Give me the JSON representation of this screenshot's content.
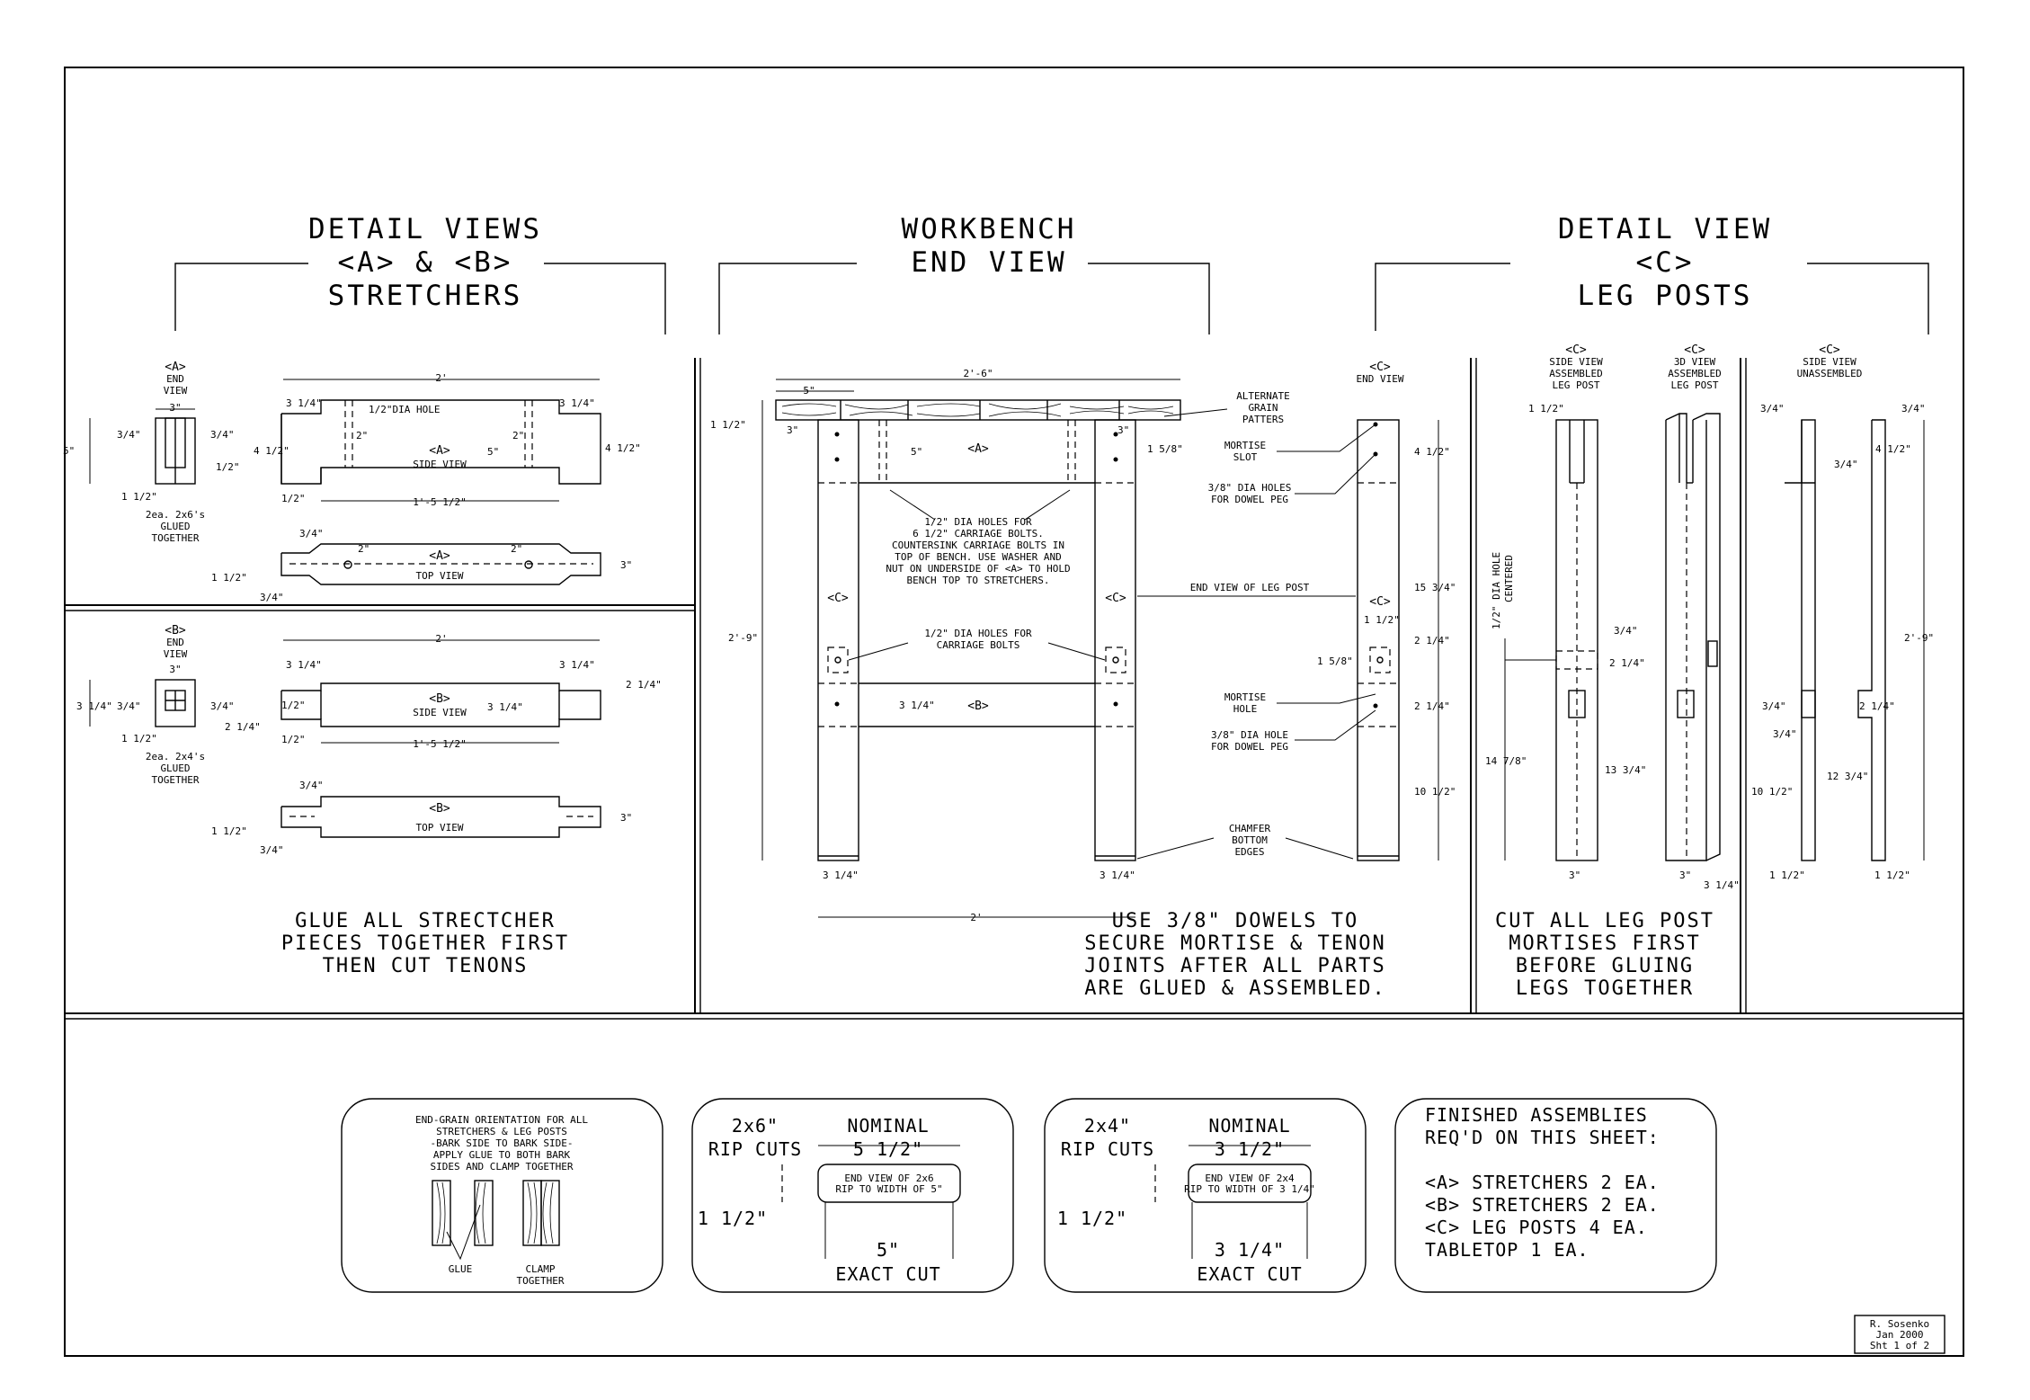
{
  "detail_ab": {
    "title_line1": "DETAIL VIEWS",
    "title_line2": "<A> & <B>",
    "title_line3": "STRETCHERS",
    "a_end_tag": "<A>",
    "a_end_label1": "END",
    "a_end_label2": "VIEW",
    "a_dims": {
      "w": "3\"",
      "h": "5\"",
      "left": "3/4\"",
      "right": "3/4\"",
      "half": "1/2\"",
      "bottom": "1 1/2\""
    },
    "a_boards": [
      "2ea. 2x6's",
      "GLUED",
      "TOGETHER"
    ],
    "a_side_tag": "<A>",
    "a_side_label": "SIDE VIEW",
    "a_side_dims": {
      "len": "2'",
      "tenon_l": "3 1/4\"",
      "tenon_r": "3 1/4\"",
      "hole": "1/2\"DIA HOLE",
      "h_left": "4 1/2\"",
      "h_right": "4 1/2\"",
      "inner": "5\"",
      "d2a": "2\"",
      "d2b": "2\"",
      "shoulder": "1/2\"",
      "inner_len": "1'-5 1/2\""
    },
    "a_top_tag": "<A>",
    "a_top_label": "TOP VIEW",
    "a_top_dims": {
      "t1": "3/4\"",
      "t2": "2\"",
      "t3": "2\"",
      "w": "3\"",
      "l1": "1 1/2\"",
      "l2": "3/4\""
    },
    "b_end_tag": "<B>",
    "b_end_label1": "END",
    "b_end_label2": "VIEW",
    "b_dims": {
      "w": "3\"",
      "h": "3 1/4\"",
      "left": "3/4\"",
      "right": "3/4\"",
      "bottom": "1 1/2\""
    },
    "b_boards": [
      "2ea. 2x4's",
      "GLUED",
      "TOGETHER"
    ],
    "b_side_tag": "<B>",
    "b_side_label": "SIDE VIEW",
    "b_side_dims": {
      "len": "2'",
      "tenon_l": "3 1/4\"",
      "tenon_r": "3 1/4\"",
      "h_left": "2 1/4\"",
      "h_right": "2 1/4\"",
      "inner": "3 1/4\"",
      "half": "1/2\"",
      "shoulder": "1/2\"",
      "inner_len": "1'-5 1/2\""
    },
    "b_top_tag": "<B>",
    "b_top_label": "TOP VIEW",
    "b_top_dims": {
      "t1": "3/4\"",
      "w": "3\"",
      "l1": "1 1/2\"",
      "l2": "3/4\""
    },
    "note_line1": "GLUE ALL STRECTCHER",
    "note_line2": "PIECES TOGETHER FIRST",
    "note_line3": "THEN CUT TENONS"
  },
  "end_view": {
    "title_line1": "WORKBENCH",
    "title_line2": "END VIEW",
    "dims": {
      "top_len": "2'-6\"",
      "overhang": "5\"",
      "top_thick": "1 1/2\"",
      "gap_l": "3\"",
      "gap_r": "3\"",
      "height": "2'-9\"",
      "a_w": "5\"",
      "bolt_off": "1 5/8\"",
      "b_h": "3 1/4\"",
      "leg_l": "3 1/4\"",
      "leg_r": "3 1/4\"",
      "span": "2'"
    },
    "tag_a": "<A>",
    "tag_b": "<B>",
    "tag_c_left": "<C>",
    "tag_c_right": "<C>",
    "note_holes": [
      "1/2\" DIA HOLES FOR",
      "6 1/2\" CARRIAGE BOLTS.",
      "COUNTERSINK CARRIAGE BOLTS IN",
      "TOP OF BENCH. USE WASHER AND",
      "NUT ON UNDERSIDE OF <A> TO HOLD",
      "BENCH TOP TO STRETCHERS."
    ],
    "note_bolts": [
      "1/2\" DIA HOLES FOR",
      "CARRIAGE BOLTS"
    ],
    "callout_grain": [
      "ALTERNATE",
      "GRAIN",
      "PATTERS"
    ],
    "callout_mortise_slot": [
      "MORTISE",
      "SLOT"
    ],
    "callout_dowel_holes": [
      "3/8\" DIA HOLES",
      "FOR DOWEL PEG"
    ],
    "callout_end_leg": "END VIEW OF LEG POST",
    "callout_mortise_hole": [
      "MORTISE",
      "HOLE"
    ],
    "callout_dowel_hole": [
      "3/8\" DIA HOLE",
      "FOR DOWEL PEG"
    ],
    "callout_chamfer": [
      "CHAMFER",
      "BOTTOM",
      "EDGES"
    ],
    "note_line1": "USE 3/8\" DOWELS TO",
    "note_line2": "SECURE MORTISE & TENON",
    "note_line3": "JOINTS AFTER ALL PARTS",
    "note_line4": "ARE GLUED & ASSEMBLED."
  },
  "leg_end": {
    "tag": "<C>",
    "label": "END VIEW",
    "dims": {
      "d1": "4 1/2\"",
      "d2": "15 3/4\"",
      "d3": "2 1/4\"",
      "d4": "2 1/4\"",
      "d5": "10 1/2\"",
      "half": "1 1/2\"",
      "bolt": "1 5/8\""
    },
    "tag_mid": "<C>"
  },
  "detail_c": {
    "title_line1": "DETAIL VIEW",
    "title_line2": "<C>",
    "title_line3": "LEG POSTS",
    "side_tag": "<C>",
    "side_label": [
      "SIDE VIEW",
      "ASSEMBLED",
      "LEG POST"
    ],
    "view3d_tag": "<C>",
    "view3d_label": [
      "3D VIEW",
      "ASSEMBLED",
      "LEG POST"
    ],
    "unas_tag": "<C>",
    "unas_label": [
      "SIDE VIEW",
      "UNASSEMBLED"
    ],
    "side_dims": {
      "top": "1 1/2\"",
      "slot": "3/4\"",
      "mort": "2 1/4\"",
      "below": "13 3/4\"",
      "lower": "14 7/8\"",
      "bottom": "3\"",
      "hole": "1/2\" DIA HOLE",
      "hole2": "CENTERED"
    },
    "d3_dims": {
      "bottom": "3\"",
      "side": "3 1/4\""
    },
    "unas_dims": {
      "tl": "3/4\"",
      "tr": "3/4\"",
      "t1": "4 1/2\"",
      "t2": "3/4\"",
      "height": "2'-9\"",
      "m1": "3/4\"",
      "m2": "3/4\"",
      "m3": "2 1/4\"",
      "lower1": "10 1/2\"",
      "lower2": "12 3/4\"",
      "b1": "1 1/2\"",
      "b2": "1 1/2\""
    },
    "note_line1": "CUT ALL LEG POST",
    "note_line2": "MORTISES FIRST",
    "note_line3": "BEFORE GLUING",
    "note_line4": "LEGS TOGETHER"
  },
  "panel_grain": {
    "lines": [
      "END-GRAIN ORIENTATION FOR ALL",
      "STRETCHERS & LEG POSTS",
      "-BARK SIDE TO BARK SIDE-",
      "APPLY GLUE TO BOTH BARK",
      "SIDES AND CLAMP TOGETHER"
    ],
    "glue": "GLUE",
    "clamp1": "CLAMP",
    "clamp2": "TOGETHER"
  },
  "panel_2x6": {
    "size": "2x6\"",
    "rip": "RIP CUTS",
    "nominal": "NOMINAL",
    "nominal_w": "5 1/2\"",
    "inner1": "END VIEW OF 2x6",
    "inner2": "RIP TO WIDTH OF 5\"",
    "thick": "1 1/2\"",
    "exact_w": "5\"",
    "exact": "EXACT CUT"
  },
  "panel_2x4": {
    "size": "2x4\"",
    "rip": "RIP CUTS",
    "nominal": "NOMINAL",
    "nominal_w": "3 1/2\"",
    "inner1": "END VIEW OF 2x4",
    "inner2": "RIP TO WIDTH OF 3 1/4\"",
    "thick": "1 1/2\"",
    "exact_w": "3 1/4\"",
    "exact": "EXACT CUT"
  },
  "panel_finished": {
    "line1": "FINISHED ASSEMBLIES",
    "line2": "REQ'D ON THIS SHEET:",
    "line3": "<A> STRETCHERS 2 EA.",
    "line4": "<B> STRETCHERS 2 EA.",
    "line5": "<C> LEG POSTS   4 EA.",
    "line6": "TABLETOP 1 EA."
  },
  "titleblock": {
    "author": "R. Sosenko",
    "date": "Jan 2000",
    "sheet": "Sht 1 of 2"
  }
}
